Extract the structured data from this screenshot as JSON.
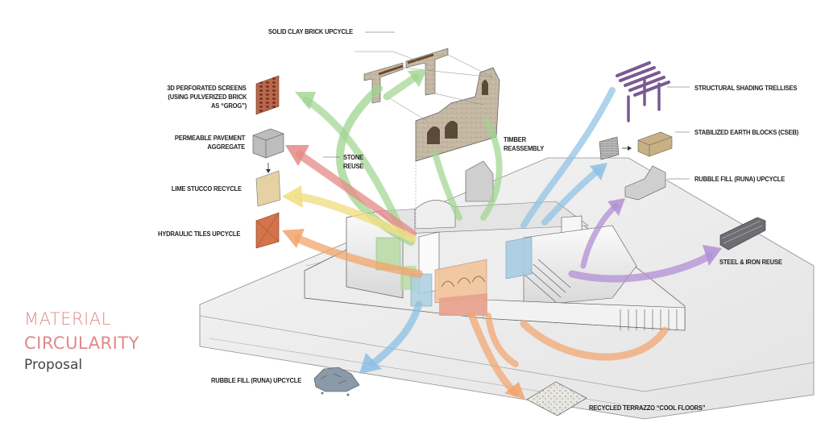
{
  "title": {
    "line1": "MATERIAL",
    "line2": "CIRCULARITY",
    "subtitle": "Proposal",
    "accent_color": "#e2888a"
  },
  "labels": {
    "solid_clay_brick": "SOLID CLAY BRICK UPCYCLE",
    "perforated_1": "3D PERFORATED SCREENS",
    "perforated_2": "(USING PULVERIZED BRICK",
    "perforated_3": "AS “GROG”)",
    "pavement_1": "PERMEABLE PAVEMENT",
    "pavement_2": "AGGREGATE",
    "lime_stucco": "LIME STUCCO RECYCLE",
    "hydraulic_tiles": "HYDRAULIC TILES UPCYCLE",
    "stone_1": "STONE",
    "stone_2": "REUSE",
    "timber_1": "TIMBER",
    "timber_2": "REASSEMBLY",
    "trellises": "STRUCTURAL SHADING TRELLISES",
    "cseb": "STABILIZED EARTH BLOCKS (CSEB)",
    "rubble_right": "RUBBLE FILL (RUNA) UPCYCLE",
    "steel": "STEEL & IRON REUSE",
    "rubble_bottom": "RUBBLE FILL (RUNA) UPCYCLE",
    "terrazzo": "RECYCLED TERRAZZO “COOL FLOORS”"
  },
  "flow_colors": {
    "stone_green": "#9fd48f",
    "brick_red": "#e58a86",
    "stucco_yellow": "#f1df86",
    "tile_orange": "#f2a46c",
    "rubble_blue": "#8cc0e4",
    "steel_purple": "#b28fd4",
    "trellis_purple": "#7a5a92"
  }
}
